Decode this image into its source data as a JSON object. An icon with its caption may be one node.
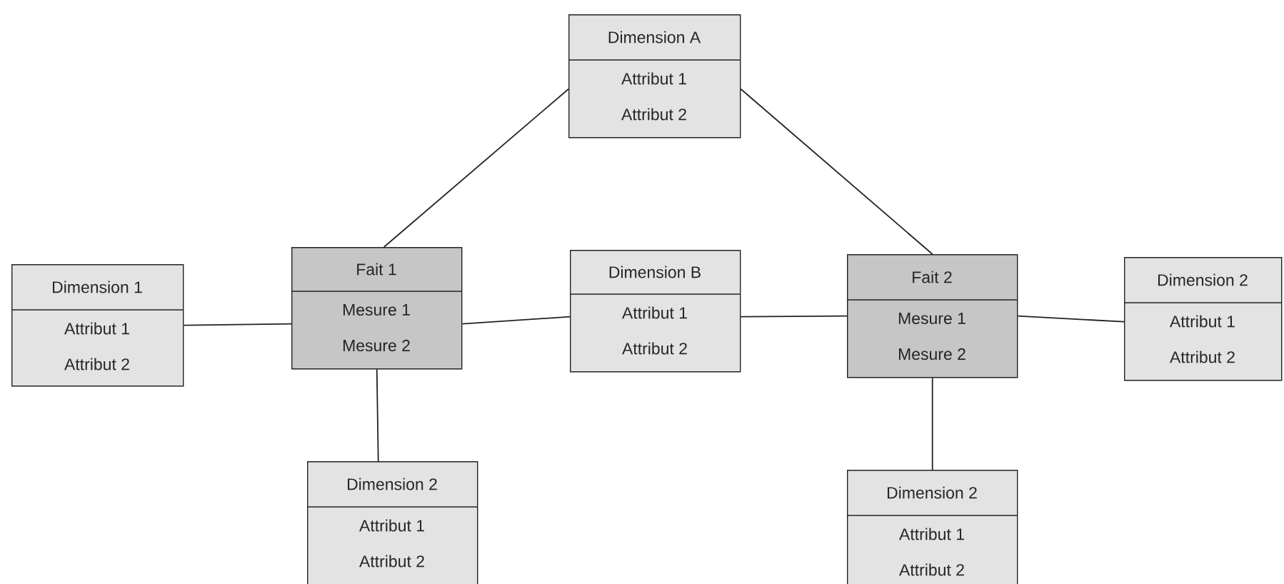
{
  "diagram": {
    "nodes": [
      {
        "text": [
          "Dimension A",
          "Attribut 1",
          "Attribut 2"
        ]
      },
      {
        "text": [
          "Dimension 1",
          "Attribut 1",
          "Attribut 2"
        ]
      },
      {
        "text": [
          "Fait 1",
          "Mesure 1",
          "Mesure 2"
        ]
      },
      {
        "text": [
          "Dimension B",
          "Attribut 1",
          "Attribut 2"
        ]
      },
      {
        "text": [
          "Fait 2",
          "Mesure 1",
          "Mesure 2"
        ]
      },
      {
        "text": [
          "Dimension 2",
          "Attribut 1",
          "Attribut 2"
        ]
      },
      {
        "text": [
          "Dimension 2",
          "Attribut 1",
          "Attribut 2"
        ]
      },
      {
        "text": [
          "Dimension 2",
          "Attribut 1",
          "Attribut 2"
        ]
      }
    ],
    "edges": [
      {
        "from": 2,
        "to": 0,
        "arrow": "none"
      },
      {
        "from": 0,
        "to": 4,
        "arrow": "none"
      },
      {
        "from": 1,
        "to": 2,
        "arrow": "none"
      },
      {
        "from": 2,
        "to": 3,
        "arrow": "none"
      },
      {
        "from": 3,
        "to": 4,
        "arrow": "none"
      },
      {
        "from": 4,
        "to": 5,
        "arrow": "none"
      },
      {
        "from": 2,
        "to": 6,
        "arrow": "none"
      },
      {
        "from": 4,
        "to": 7,
        "arrow": "none"
      }
    ]
  }
}
